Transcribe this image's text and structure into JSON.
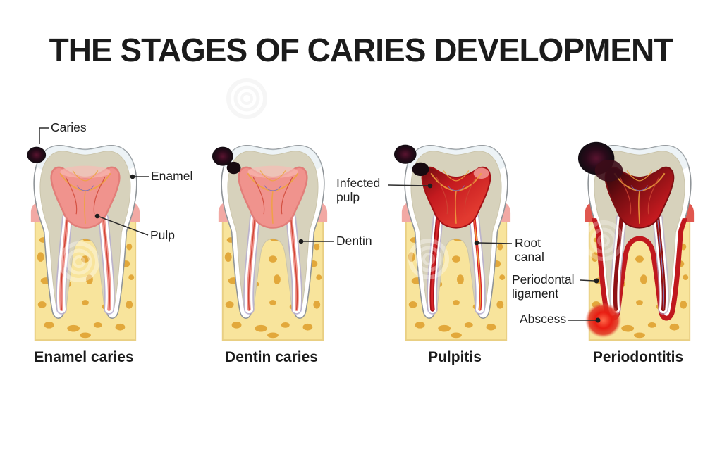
{
  "title": "THE STAGES OF CARIES DEVELOPMENT",
  "stages": [
    {
      "name": "Enamel caries"
    },
    {
      "name": "Dentin caries"
    },
    {
      "name": "Pulpitis"
    },
    {
      "name": "Periodontitis"
    }
  ],
  "callouts": {
    "caries": "Caries",
    "enamel": "Enamel",
    "pulp": "Pulp",
    "infected_pulp": "Infected pulp",
    "dentin": "Dentin",
    "root_canal": "Root canal",
    "periodontal_ligament": "Periodontal ligament",
    "abscess": "Abscess"
  },
  "colors": {
    "background": "#ffffff",
    "title_text": "#1b1b1b",
    "label_text": "#1f1f1f",
    "leader_line": "#2d2d2d",
    "enamel": "#ffffff",
    "enamel_outline": "#8f9498",
    "dentin": "#d7d2bc",
    "pulp_healthy": "#f0938d",
    "pulp_inflamed": "#c41a1f",
    "pulp_necrotic": "#3a0b10",
    "caries": "#140d13",
    "bone": "#f8e49c",
    "bone_spot": "#dfa02e",
    "gum": "#f2a9a4",
    "gum_inflamed": "#e0574f",
    "abscess": "#e81d12",
    "vessel_orange": "#efa43e",
    "vessel_red": "#cf4534",
    "vessel_blue": "#7a6cc0"
  }
}
